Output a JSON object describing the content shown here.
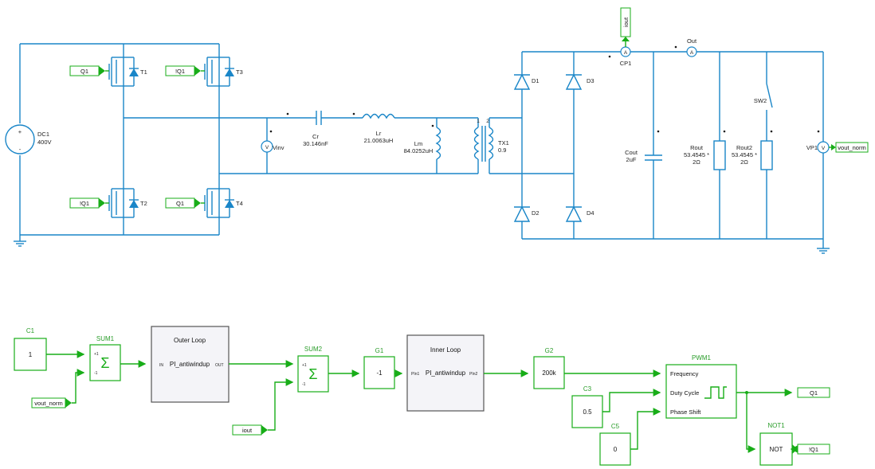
{
  "power_stage": {
    "source": {
      "name": "DC1",
      "value": "400V"
    },
    "switches": [
      {
        "name": "T1",
        "gate": "Q1"
      },
      {
        "name": "T3",
        "gate": "!Q1"
      },
      {
        "name": "T2",
        "gate": "!Q1"
      },
      {
        "name": "T4",
        "gate": "Q1"
      }
    ],
    "vinv_label": "Vinv",
    "cr": {
      "name": "Cr",
      "value": "30.146nF"
    },
    "lr": {
      "name": "Lr",
      "value": "21.0063uH"
    },
    "lm": {
      "name": "Lm",
      "value": "84.0252uH"
    },
    "transformer": {
      "name": "TX1",
      "ratio": "0.9",
      "pin1": "1",
      "pin2": "2"
    },
    "diodes": [
      "D1",
      "D3",
      "D2",
      "D4"
    ],
    "iout_tag": "iout",
    "cp1": {
      "name": "CP1",
      "symbol": "A"
    },
    "out": {
      "name": "Out",
      "symbol": "A"
    },
    "cout": {
      "name": "Cout",
      "value": "2uF"
    },
    "rout": {
      "name": "Rout",
      "value": "53.4545 *",
      "value2": "2Ω"
    },
    "rout2": {
      "name": "Rout2",
      "value": "53.4545 *",
      "value2": "2Ω"
    },
    "sw2": {
      "name": "SW2"
    },
    "vp1": {
      "name": "VP1",
      "symbol": "V",
      "tag": "vout_norm"
    },
    "vinv_symbol": "V",
    "plus": "+",
    "minus": "-"
  },
  "control": {
    "c1": {
      "name": "C1",
      "value": "1"
    },
    "sum1": {
      "name": "SUM1",
      "symbol": "Σ",
      "in1": "+1",
      "in2": "-1"
    },
    "vout_norm_tag": "vout_norm",
    "outer_loop": {
      "title": "Outer Loop",
      "label": "PI_antiwindup",
      "in": "IN",
      "out": "OUT"
    },
    "sum2": {
      "name": "SUM2",
      "symbol": "Σ",
      "in1": "+1",
      "in2": "-1"
    },
    "iout_tag": "iout",
    "g1": {
      "name": "G1",
      "value": "-1"
    },
    "inner_loop": {
      "title": "Inner Loop",
      "label": "PI_antiwindup",
      "in": "PIn1",
      "out": "PIn2"
    },
    "g2": {
      "name": "G2",
      "value": "200k"
    },
    "c3": {
      "name": "C3",
      "value": "0.5"
    },
    "c5": {
      "name": "C5",
      "value": "0"
    },
    "pwm": {
      "name": "PWM1",
      "freq": "Frequency",
      "duty": "Duty Cycle",
      "phase": "Phase Shift"
    },
    "q1_tag": "Q1",
    "not1": {
      "name": "NOT1",
      "label": "NOT"
    },
    "nq1_tag": "!Q1"
  },
  "colors": {
    "power_wire": "#1a86c8",
    "control_wire": "#18ad18",
    "block_fill": "#f4f4f8"
  }
}
